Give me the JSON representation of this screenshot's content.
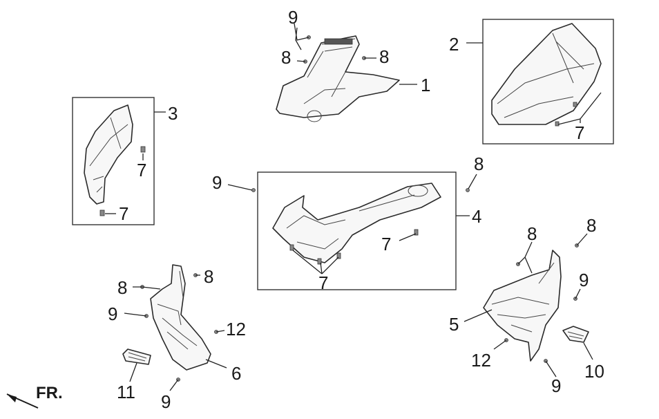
{
  "diagram": {
    "front_indicator": "FR.",
    "callouts": {
      "c1": "1",
      "c2": "2",
      "c3": "3",
      "c4": "4",
      "c5": "5",
      "c6": "6",
      "c7a": "7",
      "c7b": "7",
      "c7c": "7",
      "c7d": "7",
      "c7e": "7",
      "c8a": "8",
      "c8b": "8",
      "c8c": "8",
      "c8d": "8",
      "c8e": "8",
      "c8f": "8",
      "c9a": "9",
      "c9b": "9",
      "c9c": "9",
      "c9d": "9",
      "c9e": "9",
      "c10": "10",
      "c11": "11",
      "c12a": "12",
      "c12b": "12"
    }
  }
}
